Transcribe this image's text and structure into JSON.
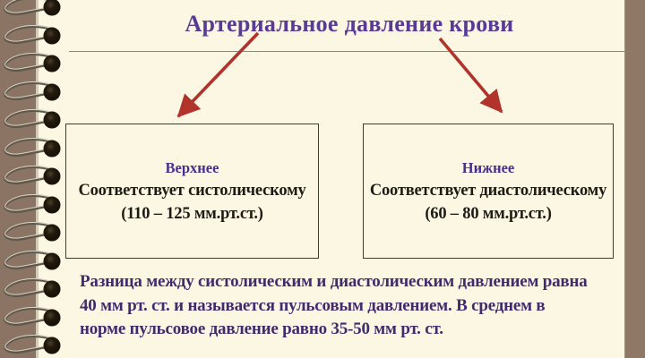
{
  "title": "Артериальное давление крови",
  "boxes": [
    {
      "label": "Верхнее",
      "description": "Соответствует систолическому",
      "range": "(110 – 125 мм.рт.ст.)"
    },
    {
      "label": "Нижнее",
      "description": "Соответствует диастолическому",
      "range": "(60 – 80 мм.рт.ст.)"
    }
  ],
  "note": {
    "lines": [
      "Разница между систолическим и диастолическим давлением равна",
      "40 мм рт. ст. и называется пульсовым давлением. В среднем в",
      "норме пульсовое давление равно 35-50 мм рт. ст."
    ]
  },
  "colors": {
    "page_background": "#fbf7e3",
    "binding_background": "#8b7463",
    "title_text": "#5a3a96",
    "box_label_text": "#4a2d8f",
    "box_body_text": "#1d1b15",
    "note_text": "#43296e",
    "arrow": "#b2322c",
    "box_border": "#3e3c2b"
  }
}
